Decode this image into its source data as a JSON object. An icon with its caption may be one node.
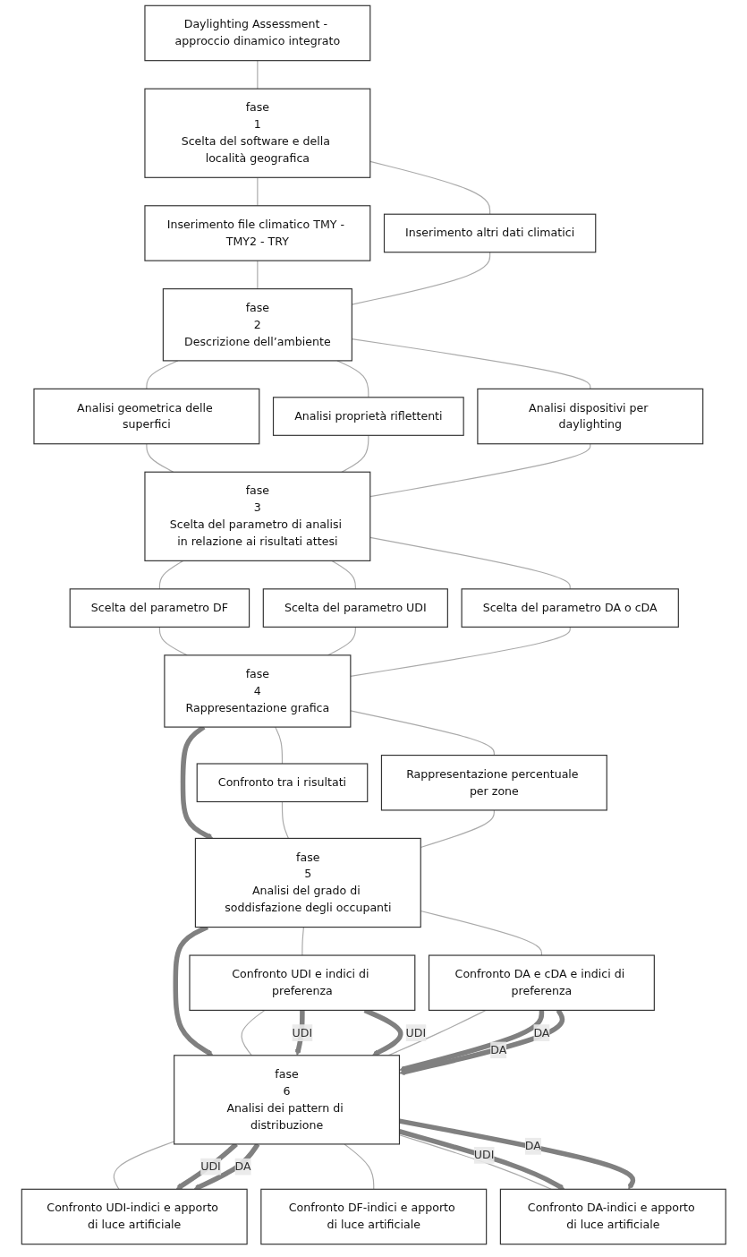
{
  "diagram": {
    "nodes": [
      {
        "text": [
          "Daylighting Assessment - approccio dinamico integrato"
        ]
      },
      {
        "text": [
          "fase",
          "1",
          "Scelta del software e della località geografica"
        ]
      },
      {
        "text": [
          "Inserimento file climatico TMY - TMY2 - TRY"
        ]
      },
      {
        "text": [
          "Inserimento altri dati climatici"
        ]
      },
      {
        "text": [
          "fase",
          "2",
          "Descrizione dell’ambiente"
        ]
      },
      {
        "text": [
          "Analisi geometrica delle superfici"
        ]
      },
      {
        "text": [
          "Analisi proprietà riflettenti"
        ]
      },
      {
        "text": [
          "Analisi dispositivi per daylighting"
        ]
      },
      {
        "text": [
          "fase",
          "3",
          "Scelta del parametro di analisi in relazione ai risultati attesi"
        ]
      },
      {
        "text": [
          "Scelta del parametro DF"
        ]
      },
      {
        "text": [
          "Scelta del parametro UDI"
        ]
      },
      {
        "text": [
          "Scelta del parametro DA o cDA"
        ]
      },
      {
        "text": [
          "fase",
          "4",
          "Rappresentazione grafica"
        ]
      },
      {
        "text": [
          "Confronto tra i risultati"
        ]
      },
      {
        "text": [
          "Rappresentazione percentuale per zone"
        ]
      },
      {
        "text": [
          "fase",
          "5",
          "Analisi del grado di soddisfazione degli occupanti"
        ]
      },
      {
        "text": [
          "Confronto UDI e indici di preferenza"
        ]
      },
      {
        "text": [
          "Confronto DA e cDA e indici di preferenza"
        ]
      },
      {
        "text": [
          "fase",
          "6",
          "Analisi dei pattern di distribuzione"
        ]
      },
      {
        "text": [
          "Confronto UDI-indici e apporto di luce artificiale"
        ]
      },
      {
        "text": [
          "Confronto DF-indici e apporto di luce artificiale"
        ]
      },
      {
        "text": [
          "Confronto DA-indici e apporto di luce artificiale"
        ]
      }
    ],
    "edges": [
      {
        "from": 0,
        "to": 1,
        "arrow": "none"
      },
      {
        "from": 1,
        "to": 2,
        "arrow": "none"
      },
      {
        "from": 1,
        "to": 3,
        "arrow": "none"
      },
      {
        "from": 2,
        "to": 4,
        "arrow": "none"
      },
      {
        "from": 3,
        "to": 4,
        "arrow": "none"
      },
      {
        "from": 4,
        "to": 5,
        "arrow": "none"
      },
      {
        "from": 4,
        "to": 6,
        "arrow": "none"
      },
      {
        "from": 4,
        "to": 7,
        "arrow": "none"
      },
      {
        "from": 5,
        "to": 8,
        "arrow": "none"
      },
      {
        "from": 6,
        "to": 8,
        "arrow": "none"
      },
      {
        "from": 7,
        "to": 8,
        "arrow": "none"
      },
      {
        "from": 8,
        "to": 9,
        "arrow": "none"
      },
      {
        "from": 8,
        "to": 10,
        "arrow": "none"
      },
      {
        "from": 8,
        "to": 11,
        "arrow": "none"
      },
      {
        "from": 9,
        "to": 12,
        "arrow": "none"
      },
      {
        "from": 10,
        "to": 12,
        "arrow": "none"
      },
      {
        "from": 11,
        "to": 12,
        "arrow": "none"
      },
      {
        "from": 12,
        "to": 13,
        "arrow": "none"
      },
      {
        "from": 12,
        "to": 14,
        "arrow": "none"
      },
      {
        "from": 12,
        "to": 15,
        "arrow": "to",
        "style": "thick",
        "color": "#808080"
      },
      {
        "from": 13,
        "to": 15,
        "arrow": "none"
      },
      {
        "from": 14,
        "to": 15,
        "arrow": "none"
      },
      {
        "from": 15,
        "to": 16,
        "arrow": "none"
      },
      {
        "from": 15,
        "to": 17,
        "arrow": "none"
      },
      {
        "from": 15,
        "to": 18,
        "arrow": "to",
        "style": "thick",
        "color": "#808080"
      },
      {
        "from": 16,
        "to": 18,
        "arrow": "none"
      },
      {
        "from": 16,
        "to": 18,
        "label": "UDI",
        "arrow": "to",
        "style": "thick",
        "color": "#808080"
      },
      {
        "from": 16,
        "to": 18,
        "label": "UDI",
        "arrow": "to",
        "style": "thick",
        "color": "#808080"
      },
      {
        "from": 17,
        "to": 18,
        "arrow": "none"
      },
      {
        "from": 17,
        "to": 18,
        "label": "DA",
        "arrow": "to",
        "style": "thick",
        "color": "#808080"
      },
      {
        "from": 17,
        "to": 18,
        "label": "DA",
        "arrow": "to",
        "style": "thick",
        "color": "#808080"
      },
      {
        "from": 18,
        "to": 19,
        "arrow": "none"
      },
      {
        "from": 18,
        "to": 19,
        "label": "UDI",
        "arrow": "to",
        "style": "thick",
        "color": "#808080"
      },
      {
        "from": 18,
        "to": 19,
        "label": "DA",
        "arrow": "to",
        "style": "thick",
        "color": "#808080"
      },
      {
        "from": 18,
        "to": 20,
        "arrow": "none"
      },
      {
        "from": 18,
        "to": 21,
        "arrow": "none"
      },
      {
        "from": 18,
        "to": 21,
        "label": "UDI",
        "arrow": "to",
        "style": "thick",
        "color": "#808080"
      },
      {
        "from": 18,
        "to": 21,
        "label": "DA",
        "arrow": "to",
        "style": "thick",
        "color": "#808080"
      }
    ]
  }
}
